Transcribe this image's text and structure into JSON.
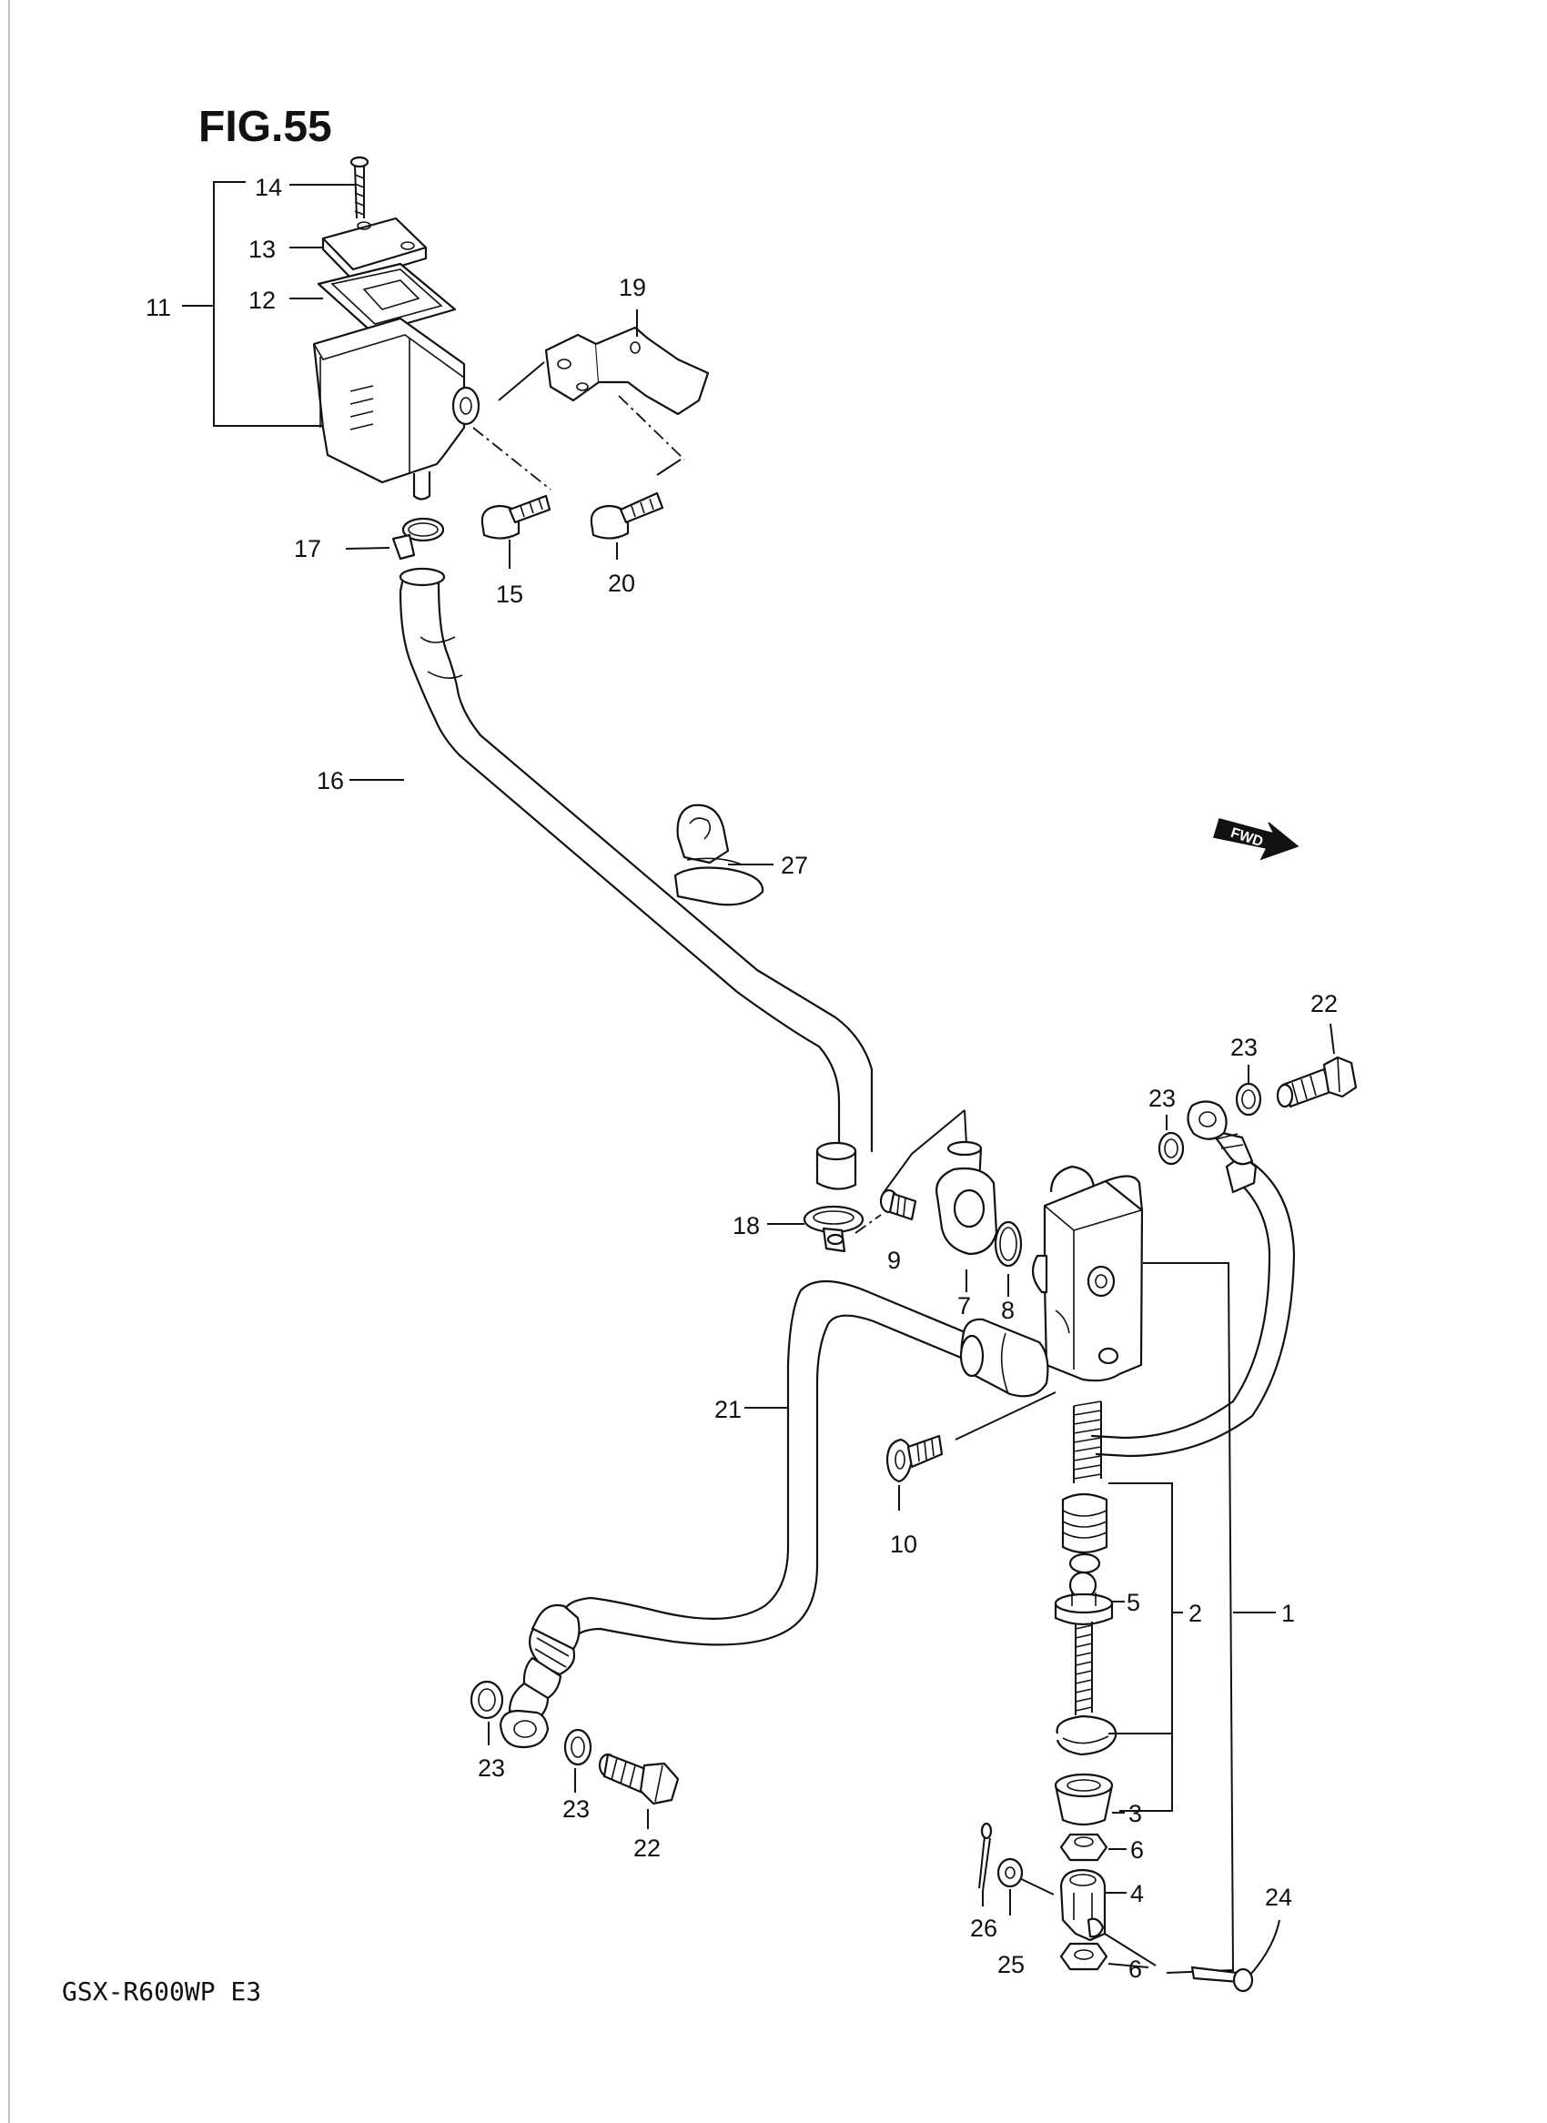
{
  "figure": {
    "title": "FIG.55",
    "model_code": "GSX-R600WP  E3",
    "direction_marker": "FWD"
  },
  "callouts": [
    {
      "id": "14",
      "label": "14"
    },
    {
      "id": "13",
      "label": "13"
    },
    {
      "id": "12",
      "label": "12"
    },
    {
      "id": "11",
      "label": "11"
    },
    {
      "id": "19",
      "label": "19"
    },
    {
      "id": "17",
      "label": "17"
    },
    {
      "id": "15",
      "label": "15"
    },
    {
      "id": "20",
      "label": "20"
    },
    {
      "id": "16",
      "label": "16"
    },
    {
      "id": "27",
      "label": "27"
    },
    {
      "id": "22a",
      "label": "22"
    },
    {
      "id": "23a",
      "label": "23"
    },
    {
      "id": "23b",
      "label": "23"
    },
    {
      "id": "18",
      "label": "18"
    },
    {
      "id": "9",
      "label": "9"
    },
    {
      "id": "7",
      "label": "7"
    },
    {
      "id": "8",
      "label": "8"
    },
    {
      "id": "21",
      "label": "21"
    },
    {
      "id": "10",
      "label": "10"
    },
    {
      "id": "5",
      "label": "5"
    },
    {
      "id": "2",
      "label": "2"
    },
    {
      "id": "1",
      "label": "1"
    },
    {
      "id": "3",
      "label": "3"
    },
    {
      "id": "23c",
      "label": "23"
    },
    {
      "id": "23d",
      "label": "23"
    },
    {
      "id": "22b",
      "label": "22"
    },
    {
      "id": "6a",
      "label": "6"
    },
    {
      "id": "4",
      "label": "4"
    },
    {
      "id": "24",
      "label": "24"
    },
    {
      "id": "26",
      "label": "26"
    },
    {
      "id": "25",
      "label": "25"
    },
    {
      "id": "6b",
      "label": "6"
    }
  ]
}
